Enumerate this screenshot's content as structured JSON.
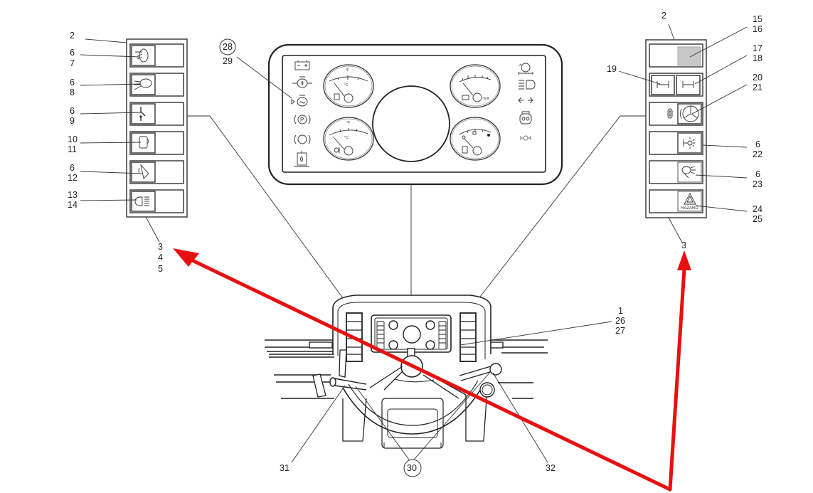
{
  "diagram": {
    "title": "Dashboard instrument and switch panel parts callout",
    "accent_color": "#e8100f",
    "left_panel": {
      "top_callout": "2",
      "bottom_callouts": [
        "3",
        "4",
        "5"
      ],
      "switches": [
        {
          "icon": "wiper-washer-icon",
          "callouts": [
            "6",
            "7"
          ]
        },
        {
          "icon": "work-light-icon",
          "callouts": [
            "6",
            "8"
          ]
        },
        {
          "icon": "switch-toggle-icon",
          "callouts": [
            "6",
            "9"
          ]
        },
        {
          "icon": "cab-heater-icon",
          "callouts": [
            "10",
            "11"
          ]
        },
        {
          "icon": "beacon-light-icon",
          "callouts": [
            "6",
            "12"
          ]
        },
        {
          "icon": "headlight-icon",
          "callouts": [
            "13",
            "14"
          ]
        }
      ]
    },
    "right_panel": {
      "top_callout": "2",
      "bottom_callout": "3",
      "switches": [
        {
          "icon": "blank-plate-icon",
          "callouts": [
            "15",
            "16"
          ]
        },
        {
          "icon": "differential-lock-icon",
          "left_callout": "19",
          "callouts": [
            "17",
            "18"
          ]
        },
        {
          "icon": "steering-mode-icon",
          "callouts": [
            "20",
            "21"
          ]
        },
        {
          "icon": "rear-work-light-icon",
          "callouts": [
            "6",
            "22"
          ]
        },
        {
          "icon": "front-work-light-icon",
          "callouts": [
            "6",
            "23"
          ]
        },
        {
          "icon": "hazard-icon",
          "label": "HAZARD",
          "callouts": [
            "24",
            "25"
          ]
        }
      ]
    },
    "instrument_cluster": {
      "callout_circled": "28",
      "callout_sub": "29",
      "left_indicators": [
        "battery-charge-icon",
        "engine-oil-pressure-icon",
        "engine-coolant-icon",
        "parking-brake-icon",
        "service-brake-icon",
        "hydraulic-oil-icon"
      ],
      "right_indicators": [
        "preheat-icon",
        "high-beam-icon",
        "turn-signal-icon",
        "transmission-icon",
        "axle-lock-icon"
      ],
      "gauges": [
        {
          "name": "hydraulic-oil-temperature-gauge",
          "unit_top": "°F",
          "unit_mid": "°C"
        },
        {
          "name": "voltmeter-gauge",
          "unit": "Volt"
        },
        {
          "name": "transmission-oil-temperature-gauge",
          "unit_top": "°F",
          "unit_mid": "°C"
        },
        {
          "name": "fuel-level-gauge",
          "unit": ""
        }
      ]
    },
    "dashboard_callouts": {
      "cluster": [
        "1",
        "26",
        "27"
      ],
      "levers_circled": "30",
      "left_lever": "31",
      "right_lever": "32"
    }
  }
}
